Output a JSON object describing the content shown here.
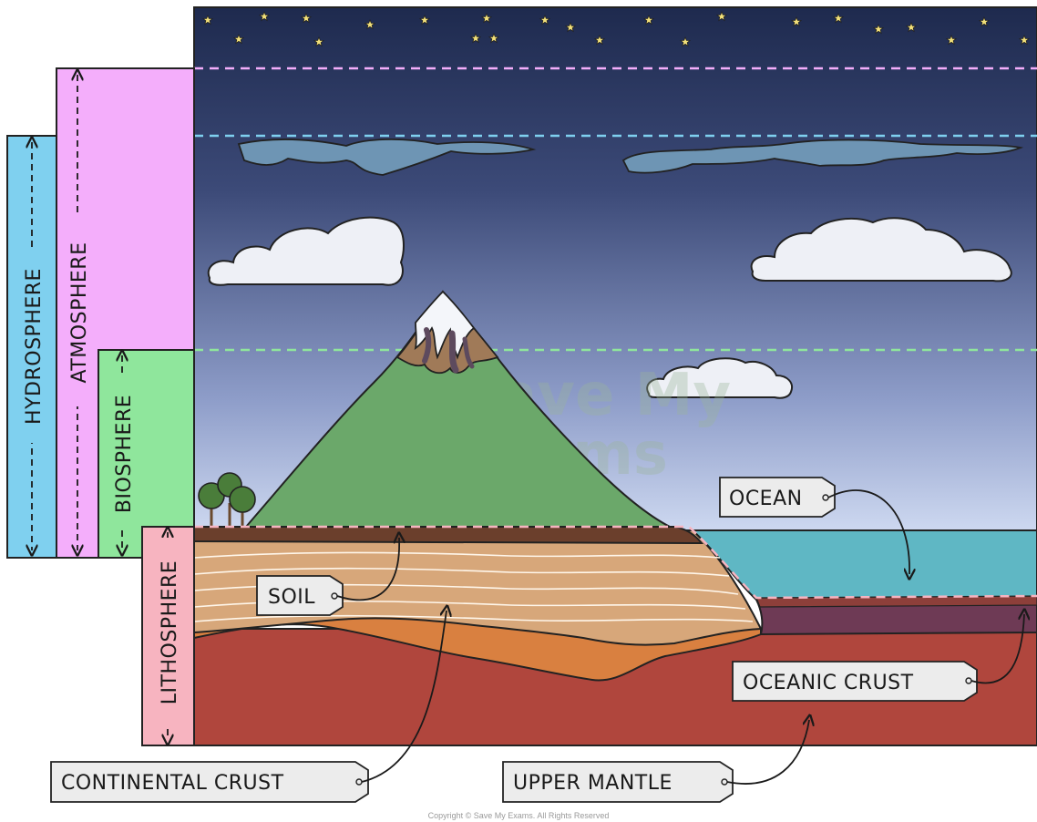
{
  "spheres": {
    "hydrosphere": "HYDROSPHERE",
    "atmosphere": "ATMOSPHERE",
    "biosphere": "BIOSPHERE",
    "lithosphere": "LITHOSPHERE"
  },
  "labels": {
    "ocean": "OCEAN",
    "soil": "SOIL",
    "oceanic_crust": "OCEANIC CRUST",
    "continental_crust": "CONTINENTAL CRUST",
    "upper_mantle": "UPPER MANTLE"
  },
  "watermark": {
    "line1": "Save My",
    "line2": "Exams"
  },
  "copyright": "Copyright © Save My Exams. All Rights Reserved",
  "colors": {
    "hydrosphere": "#7fd0ef",
    "atmosphere": "#f4aefb",
    "biosphere": "#8fe69c",
    "lithosphere": "#f7b4c0",
    "sky_top": "#1f2b4f",
    "sky_bottom": "#c3d0ec",
    "ocean": "#5fb7c4",
    "mountain": "#6ba86a",
    "mantle": "#b0463d",
    "crust_layers": "#d9a878"
  }
}
